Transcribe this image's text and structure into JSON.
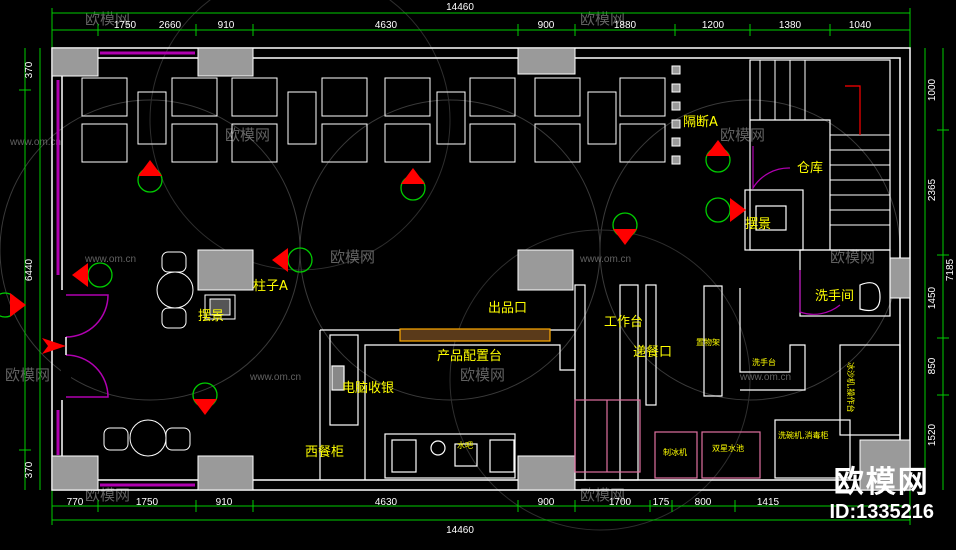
{
  "dimensions": {
    "top_total": "14460",
    "top_segments": [
      "1750",
      "2660",
      "910",
      "4630",
      "900",
      "1880",
      "1200",
      "1380",
      "1040"
    ],
    "bottom_total": "14460",
    "bottom_segments": [
      "770",
      "1750",
      "910",
      "4630",
      "900",
      "1700",
      "175",
      "800",
      "1415"
    ],
    "left_total": "6440",
    "left_segments": [
      "370",
      "370"
    ],
    "right_total": "7185",
    "right_segments": [
      "1000",
      "2365",
      "1450",
      "850",
      "1520"
    ]
  },
  "rooms": {
    "partition_a": "隔断A",
    "warehouse": "仓库",
    "display_right": "摆景",
    "column_a": "柱子A",
    "display_left": "摆景",
    "restroom": "洗手间",
    "pickup_window": "出品口",
    "workbench": "工作台",
    "serving_window": "递餐口",
    "product_station": "产品配置台",
    "cashier": "电脑收银",
    "storage_rack": "置物架",
    "hand_sink": "洗手台",
    "western_cabinet": "西餐柜",
    "ice_maker": "制冰机",
    "double_sink": "双星水池",
    "water_bar": "水吧",
    "pantry_shelf": "冰沙机,操作台",
    "dish_washer": "洗碗机,消毒柜"
  },
  "watermark": {
    "text": "欧模网",
    "url": "www.om.cn"
  },
  "brand": {
    "name": "欧模网",
    "id": "ID:1335216"
  },
  "colors": {
    "background": "#000000",
    "wall": "#ffffff",
    "dimension": "#00cc00",
    "label": "#ffff00",
    "column": "#9a9a9a",
    "window": "#b000b0",
    "marker": "#ff0000"
  }
}
